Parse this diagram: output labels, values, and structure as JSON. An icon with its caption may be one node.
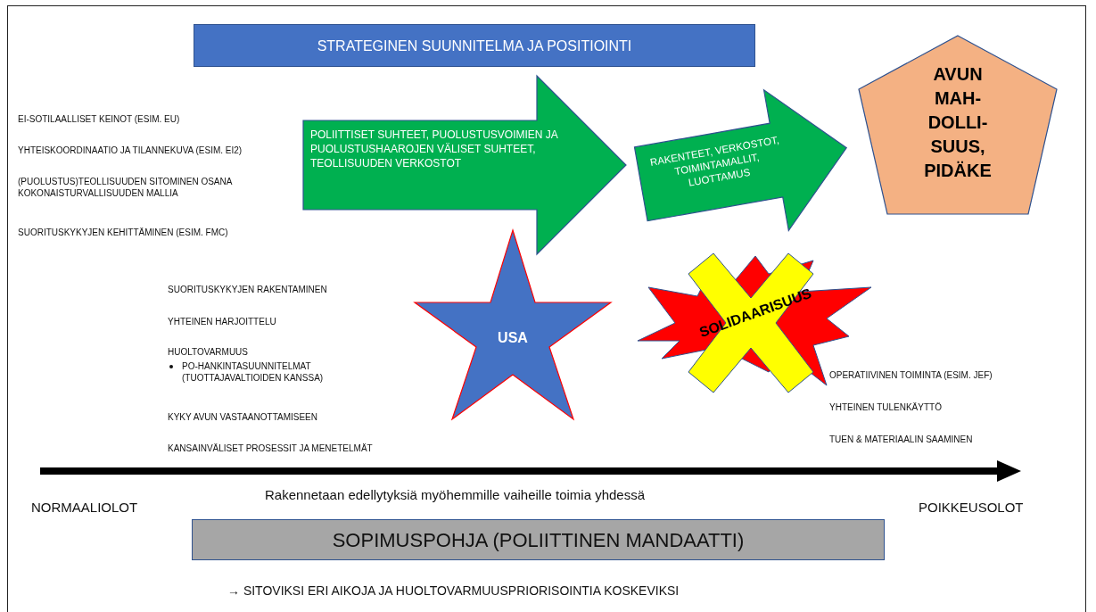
{
  "diagram": {
    "nodes": [
      {
        "text": [
          "STRATEGINEN SUUNNITELMA JA POSITIOINTI"
        ]
      },
      {
        "text": [
          "POLIITTISET SUHTEET, PUOLUSTUSVOIMIEN JA PUOLUSTUSHAAROJEN VÄLISET SUHTEET, TEOLLISUUDEN VERKOSTOT"
        ]
      },
      {
        "text": [
          "RAKENTEET, VERKOSTOT, TOIMINTAMALLIT, LUOTTAMUS"
        ]
      },
      {
        "text": [
          "AVUN MAH- DOLLI- SUUS, PIDÄKE"
        ]
      },
      {
        "text": [
          "USA"
        ]
      },
      {
        "text": [
          "SOLIDAARISUUS"
        ]
      },
      {
        "text": [
          "SOPIMUSPOHJA (POLIITTINEN MANDAATTI)"
        ]
      }
    ],
    "labels": [
      "EI-SOTILAALLISET KEINOT (ESIM. EU)",
      "YHTEISKOORDINAATIO JA TILANNEKUVA (ESIM. EI2)",
      "(PUOLUSTUS)TEOLLISUUDEN SITOMINEN OSANA KOKONAISTURVALLISUUDEN MALLIA",
      "SUORITUSKYKYJEN KEHITTÄMINEN (ESIM. FMC)",
      "SUORITUSKYKYJEN RAKENTAMINEN",
      "YHTEINEN HARJOITTELU",
      "HUOLTOVARMUUS",
      "PO-HANKINTASUUNNITELMAT (TUOTTAJAVALTIOIDEN KANSSA)",
      "KYKY AVUN VASTAANOTTAMISEEN",
      "KANSAINVÄLISET PROSESSIT JA MENETELMÄT",
      "OPERATIIVINEN TOIMINTA (ESIM. JEF)",
      "YHTEINEN TULENKÄYTTÖ",
      "TUEN & MATERIAALIN SAAMINEN",
      "NORMAALIOLOT",
      "Rakennetaan edellytyksiä myöhemmille vaiheille toimia yhdessä",
      "POIKKEUSOLOT",
      "→ SITOVIKSI ERI AIKOJA JA HUOLTOVARMUUSPRIORISOINTIA KOSKEVIKSI"
    ]
  }
}
